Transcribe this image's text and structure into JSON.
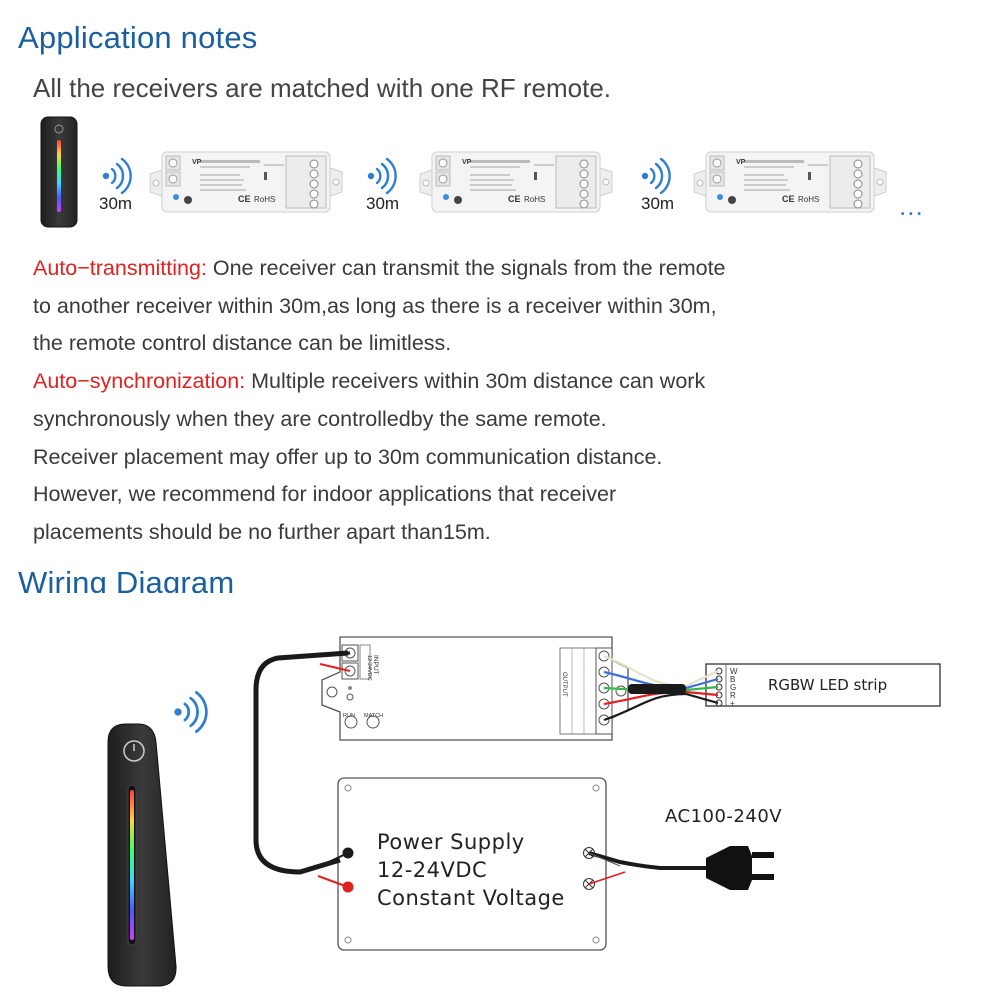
{
  "headings": {
    "application_notes": "Application notes",
    "wiring_diagram": "Wiring Diagram"
  },
  "intro": "All the receivers are matched with one RF remote.",
  "receivers": {
    "distance_label": "30m",
    "more": "...",
    "brand": "VP",
    "ce": "CE",
    "rohs": "RoHS"
  },
  "notes": {
    "auto_transmitting_label": "Auto−transmitting:",
    "auto_transmitting_text_1": " One receiver can transmit the signals from the remote",
    "auto_transmitting_text_2": "to another receiver within 30m,as long as there is a receiver within 30m,",
    "auto_transmitting_text_3": "the remote control distance can be limitless.",
    "auto_sync_label": "Auto−synchronization:",
    "auto_sync_text_1": " Multiple receivers within 30m distance can work",
    "auto_sync_text_2": "synchronously when they are controlledby the same remote.",
    "line_3": "Receiver placement may offer up to 30m communication distance.",
    "line_4": "However, we recommend for indoor applications that receiver",
    "line_5": "placements should be no further apart than15m."
  },
  "wiring": {
    "led_strip_label": "RGBW LED strip",
    "strip_pins": [
      "W",
      "B",
      "G",
      "R",
      "+"
    ],
    "power_supply_line_1": "Power Supply",
    "power_supply_line_2": "12-24VDC",
    "power_supply_line_3": "Constant Voltage",
    "ac_label": "AC100-240V",
    "controller_input_label": "INPUT",
    "controller_input_voltage": "12-24VDC",
    "controller_output_label": "OUTPUT",
    "run_label": "RUN",
    "match_label": "MATCH"
  },
  "colors": {
    "heading": "#1a5fa0",
    "highlight": "#e0211f",
    "signal": "#2f7fd0",
    "wire_black": "#1a1a1a",
    "wire_red": "#e0211f"
  }
}
